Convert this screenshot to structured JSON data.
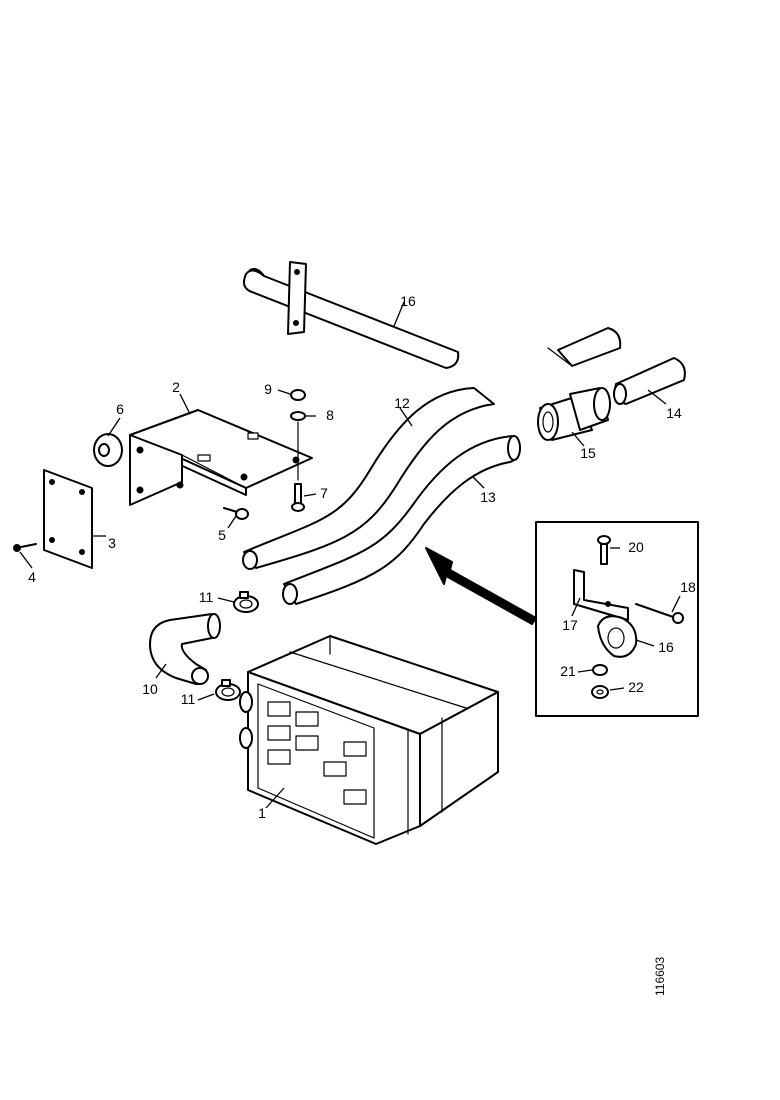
{
  "callouts": {
    "p1": "1",
    "p2": "2",
    "p3": "3",
    "p4": "4",
    "p5": "5",
    "p6": "6",
    "p7": "7",
    "p8": "8",
    "p9": "9",
    "p10": "10",
    "p11a": "11",
    "p11b": "11",
    "p12": "12",
    "p13": "13",
    "p14": "14",
    "p15": "15",
    "p16a": "16",
    "p16b": "16",
    "p17": "17",
    "p18": "18",
    "p20": "20",
    "p21": "21",
    "p22": "22"
  },
  "reference_code": "116603"
}
